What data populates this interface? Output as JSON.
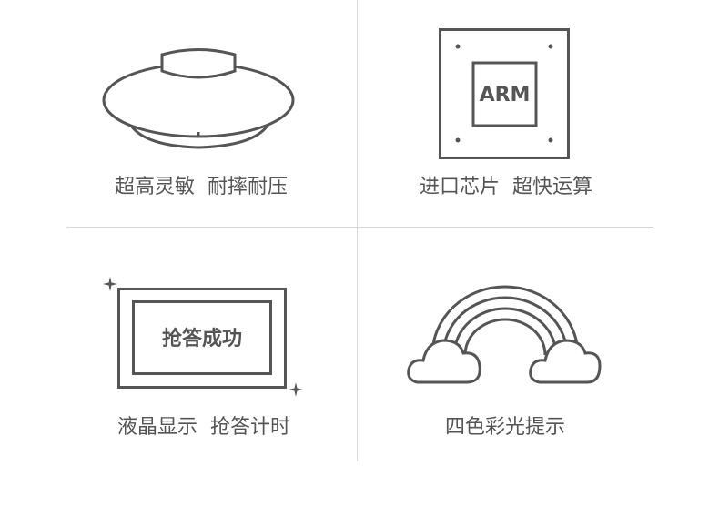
{
  "features": [
    {
      "caption": "超高灵敏  耐摔耐压",
      "icon": "buzzer-button-icon"
    },
    {
      "caption": "进口芯片  超快运算",
      "icon": "chip-icon",
      "chip_label": "ARM"
    },
    {
      "caption": "液晶显示  抢答计时",
      "icon": "lcd-screen-icon",
      "screen_text": "抢答成功"
    },
    {
      "caption": "四色彩光提示",
      "icon": "rainbow-icon"
    }
  ],
  "colors": {
    "stroke": "#555555",
    "caption": "#555555",
    "divider": "#d9d9d9"
  }
}
